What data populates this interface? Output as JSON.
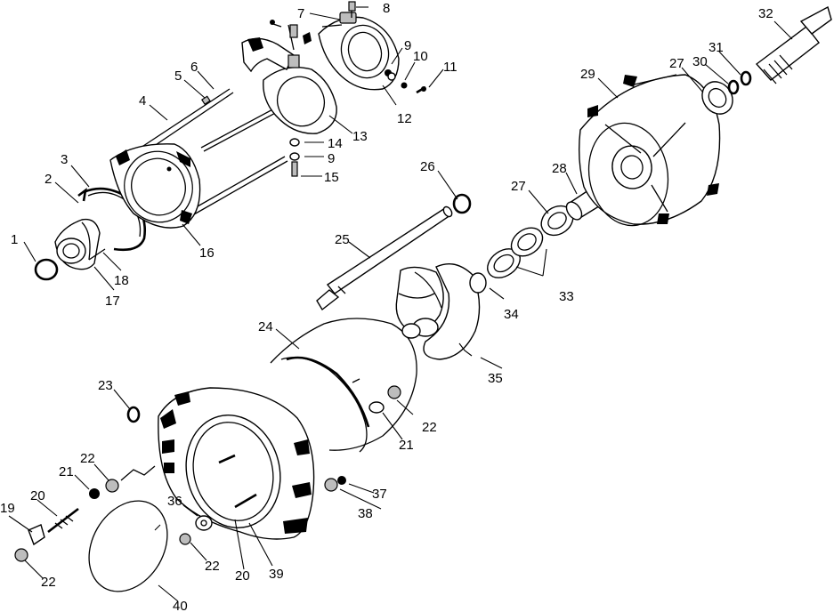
{
  "diagram": {
    "callouts": [
      {
        "id": "c1",
        "text": "1"
      },
      {
        "id": "c2",
        "text": "2"
      },
      {
        "id": "c3",
        "text": "3"
      },
      {
        "id": "c4",
        "text": "4"
      },
      {
        "id": "c5",
        "text": "5"
      },
      {
        "id": "c6",
        "text": "6"
      },
      {
        "id": "c7",
        "text": "7"
      },
      {
        "id": "c8",
        "text": "8"
      },
      {
        "id": "c9a",
        "text": "9"
      },
      {
        "id": "c9b",
        "text": "9"
      },
      {
        "id": "c10",
        "text": "10"
      },
      {
        "id": "c11",
        "text": "11"
      },
      {
        "id": "c12",
        "text": "12"
      },
      {
        "id": "c13",
        "text": "13"
      },
      {
        "id": "c14",
        "text": "14"
      },
      {
        "id": "c15",
        "text": "15"
      },
      {
        "id": "c16",
        "text": "16"
      },
      {
        "id": "c17",
        "text": "17"
      },
      {
        "id": "c18",
        "text": "18"
      },
      {
        "id": "c19",
        "text": "19"
      },
      {
        "id": "c20a",
        "text": "20"
      },
      {
        "id": "c20b",
        "text": "20"
      },
      {
        "id": "c21a",
        "text": "21"
      },
      {
        "id": "c21b",
        "text": "21"
      },
      {
        "id": "c22a",
        "text": "22"
      },
      {
        "id": "c22b",
        "text": "22"
      },
      {
        "id": "c22c",
        "text": "22"
      },
      {
        "id": "c22d",
        "text": "22"
      },
      {
        "id": "c23",
        "text": "23"
      },
      {
        "id": "c24",
        "text": "24"
      },
      {
        "id": "c25",
        "text": "25"
      },
      {
        "id": "c26",
        "text": "26"
      },
      {
        "id": "c27a",
        "text": "27"
      },
      {
        "id": "c27b",
        "text": "27"
      },
      {
        "id": "c28",
        "text": "28"
      },
      {
        "id": "c29",
        "text": "29"
      },
      {
        "id": "c30",
        "text": "30"
      },
      {
        "id": "c31",
        "text": "31"
      },
      {
        "id": "c32",
        "text": "32"
      },
      {
        "id": "c33",
        "text": "33"
      },
      {
        "id": "c34",
        "text": "34"
      },
      {
        "id": "c35",
        "text": "35"
      },
      {
        "id": "c36",
        "text": "36"
      },
      {
        "id": "c37",
        "text": "37"
      },
      {
        "id": "c38",
        "text": "38"
      },
      {
        "id": "c39",
        "text": "39"
      },
      {
        "id": "c40",
        "text": "40"
      }
    ]
  }
}
